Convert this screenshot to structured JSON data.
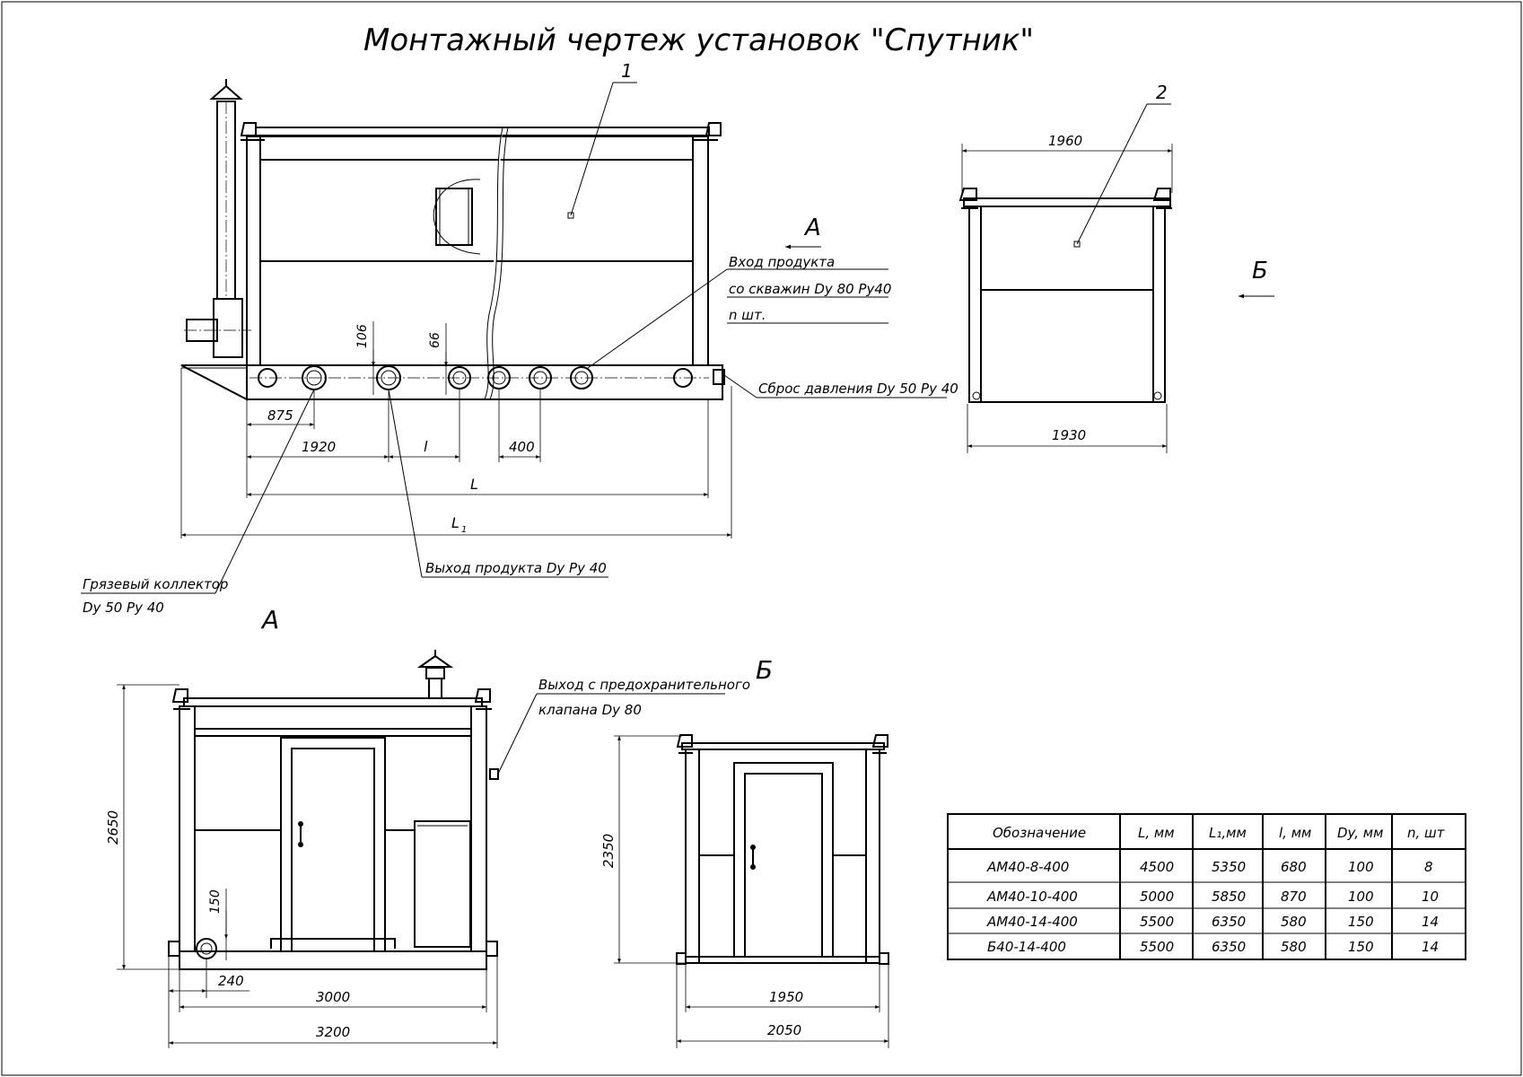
{
  "title": "Монтажный чертеж установок \"Спутник\"",
  "views": {
    "side": {
      "callout_1": "1",
      "inlet_line1": "Вход продукта",
      "inlet_line2": "со скважин Dy 80 Py40",
      "inlet_line3": "n шт.",
      "relief": "Сброс давления Dy 50 Py 40",
      "outlet": "Выход продукта Dy Py 40",
      "mud_line1": "Грязевый коллектор",
      "mud_line2": "Dy 50 Py 40",
      "dim_106": "106",
      "dim_66": "66",
      "dim_875": "875",
      "dim_1920": "1920",
      "dim_l_small": "l",
      "dim_400": "400",
      "dim_L": "L",
      "dim_L1": "L",
      "dim_L1_sub": "1",
      "arrow_A": "А"
    },
    "end": {
      "callout_2": "2",
      "dim_1960": "1960",
      "dim_1930": "1930",
      "arrow_B": "Б"
    },
    "view_A": {
      "label": "А",
      "valve_line1": "Выход с предохранительного",
      "valve_line2": "клапана Dy 80",
      "dim_2650": "2650",
      "dim_150": "150",
      "dim_240": "240",
      "dim_3000": "3000",
      "dim_3200": "3200"
    },
    "view_B": {
      "label": "Б",
      "dim_2350": "2350",
      "dim_1950": "1950",
      "dim_2050": "2050"
    }
  },
  "table": {
    "headers": [
      "Обозначение",
      "L, мм",
      "L₁,мм",
      "l, мм",
      "Dy, мм",
      "n, шт"
    ],
    "rows": [
      [
        "АМ40-8-400",
        "4500",
        "5350",
        "680",
        "100",
        "8"
      ],
      [
        "АМ40-10-400",
        "5000",
        "5850",
        "870",
        "100",
        "10"
      ],
      [
        "АМ40-14-400",
        "5500",
        "6350",
        "580",
        "150",
        "14"
      ],
      [
        "Б40-14-400",
        "5500",
        "6350",
        "580",
        "150",
        "14"
      ]
    ]
  }
}
